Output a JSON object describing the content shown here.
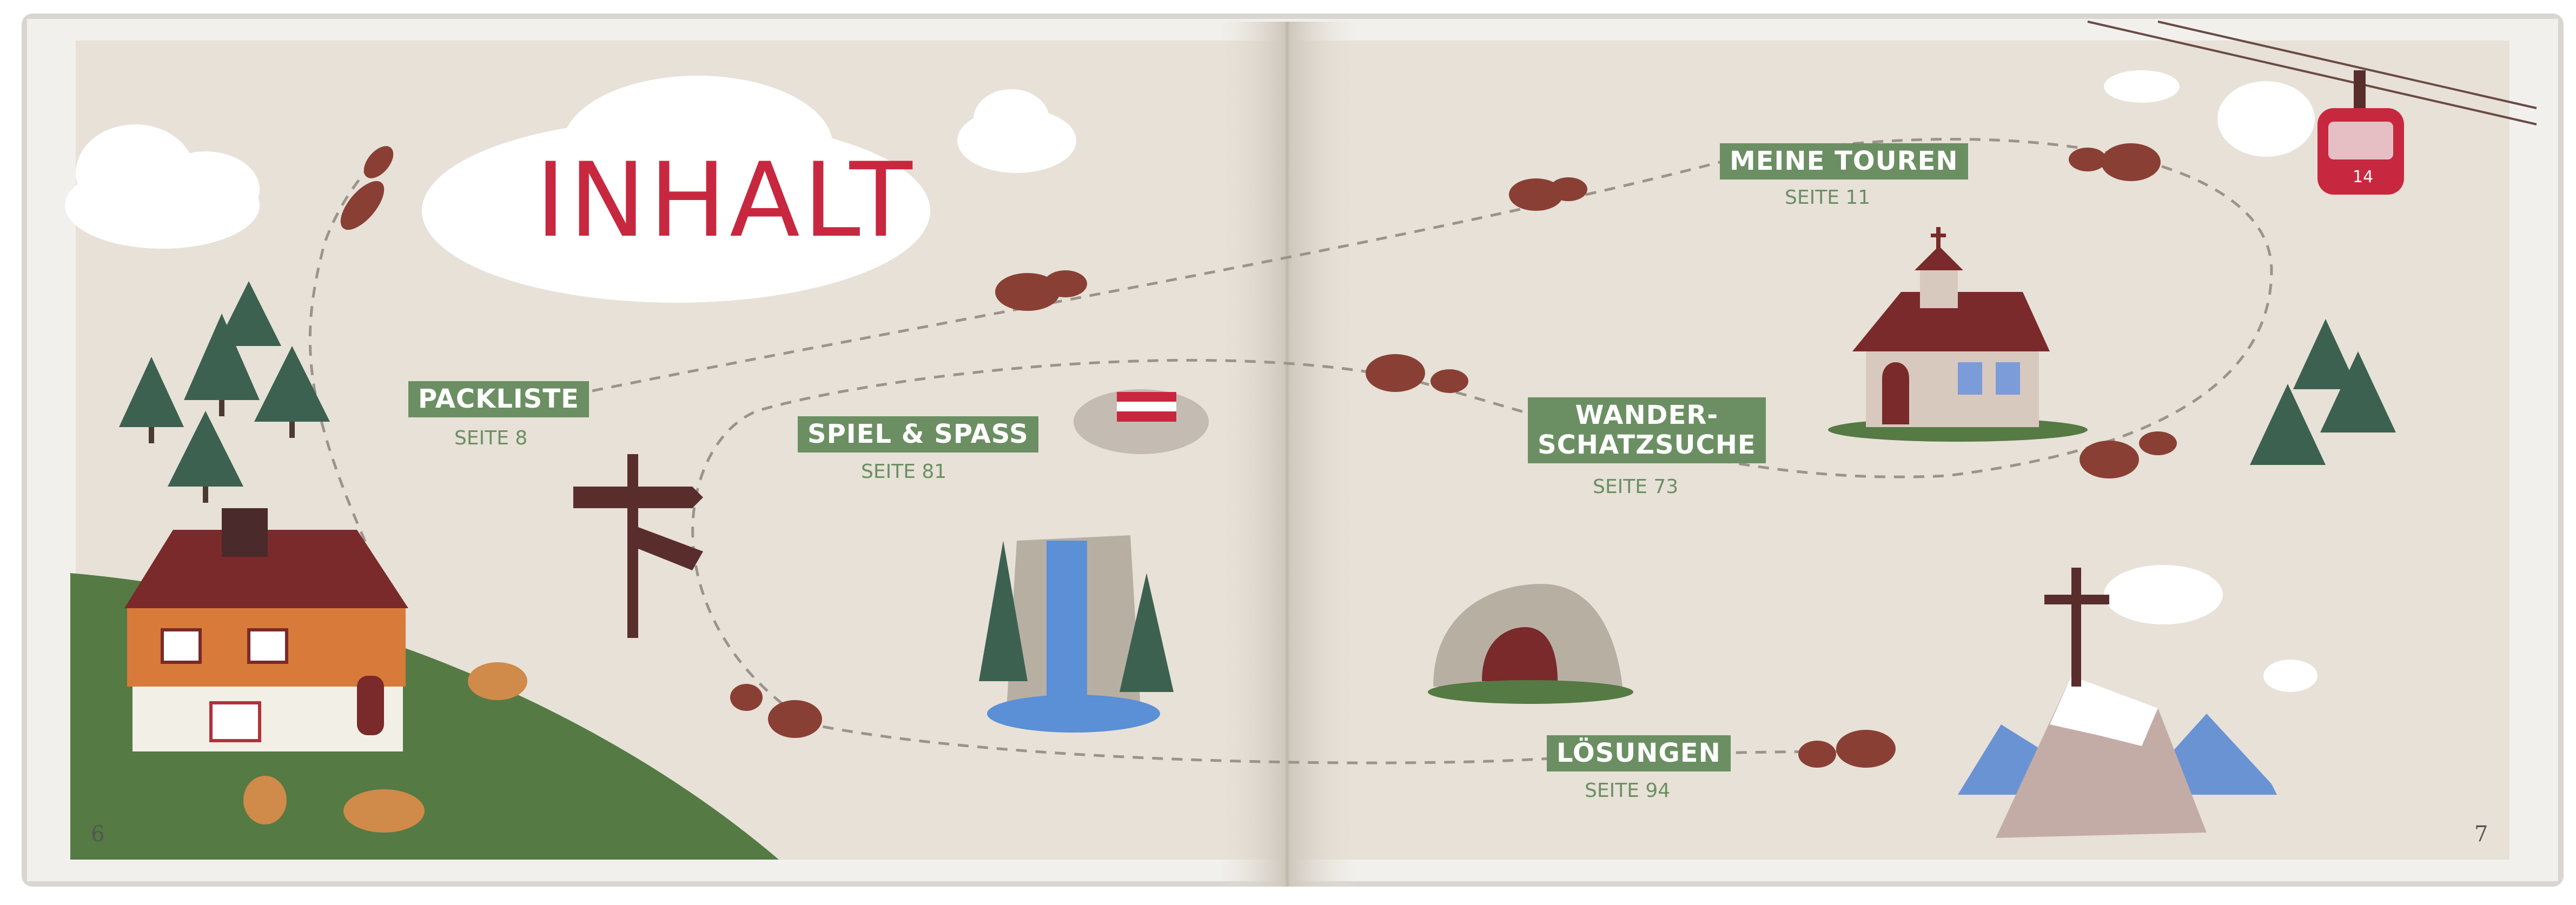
{
  "page": {
    "title": "INHALT",
    "left_page_number": "6",
    "right_page_number": "7",
    "gondola_number": "14"
  },
  "entries": [
    {
      "label": "PACKLISTE",
      "page": "SEITE 8"
    },
    {
      "label": "SPIEL & SPASS",
      "page": "SEITE 81"
    },
    {
      "label": "MEINE TOUREN",
      "page": "SEITE 11"
    },
    {
      "label_line1": "WANDER-",
      "label_line2": "SCHATZSUCHE",
      "page": "SEITE 73"
    },
    {
      "label": "LÖSUNGEN",
      "page": "SEITE 94"
    }
  ],
  "colors": {
    "paper": "#e7e1d7",
    "label_green": "#6b8f62",
    "title_red": "#c8283f",
    "grass": "#557a44",
    "footprint": "#8a3f35"
  }
}
